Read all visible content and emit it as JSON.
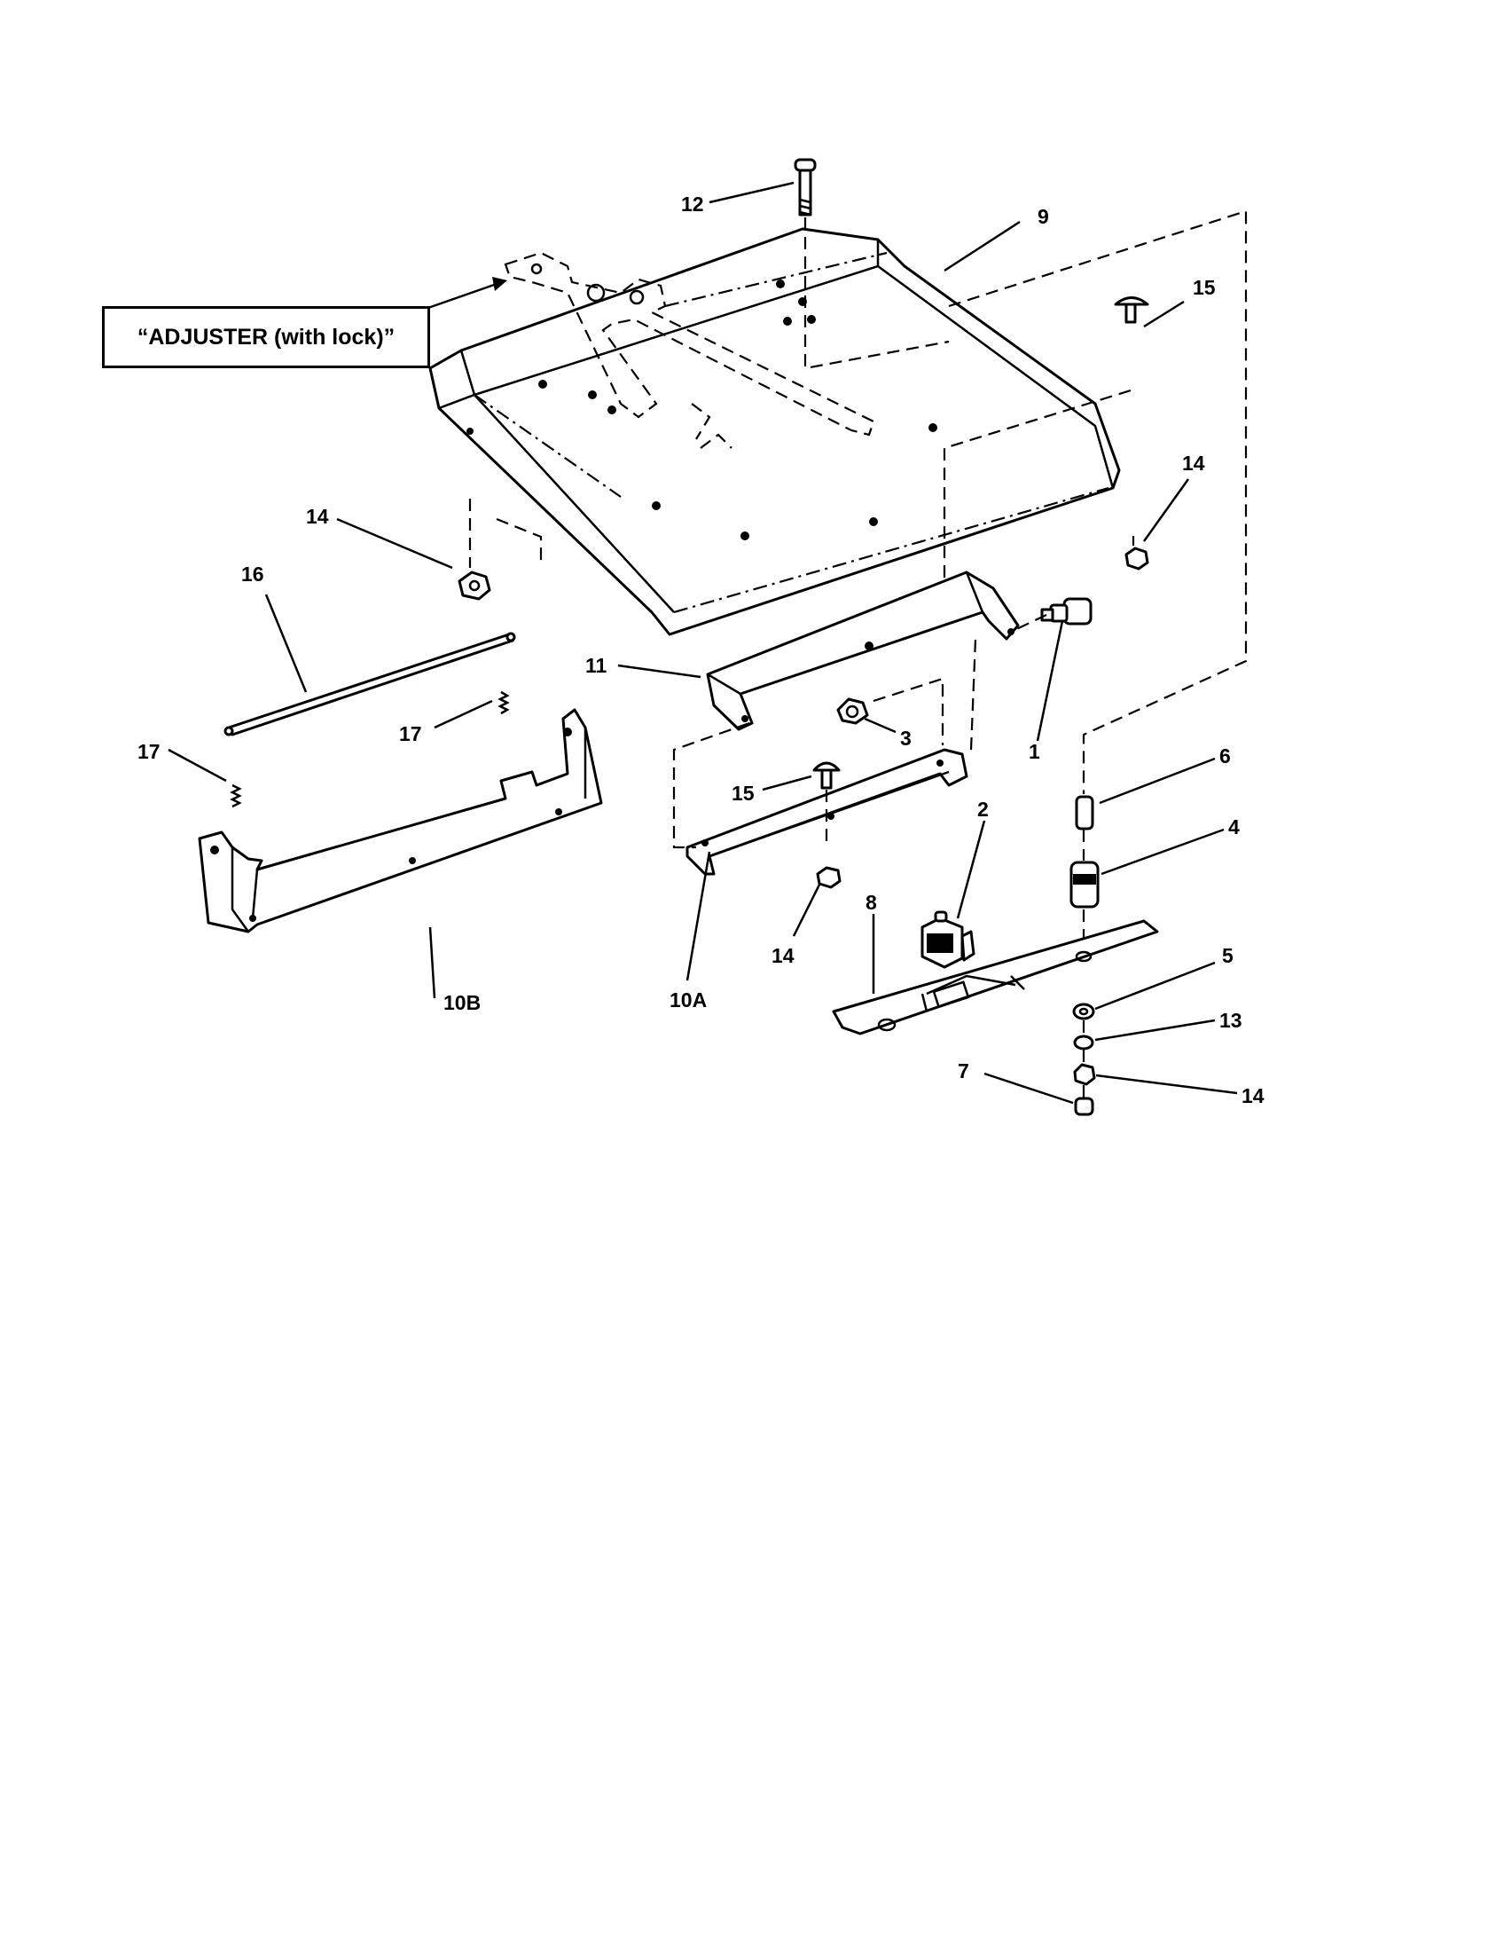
{
  "callout": {
    "text": "“ADJUSTER (with lock)”"
  },
  "labels": {
    "p1": "1",
    "p2": "2",
    "p3": "3",
    "p4": "4",
    "p5": "5",
    "p6": "6",
    "p7": "7",
    "p8": "8",
    "p9": "9",
    "p10a": "10A",
    "p10b": "10B",
    "p11": "11",
    "p12": "12",
    "p13": "13",
    "p14": "14",
    "p15": "15",
    "p16": "16",
    "p17": "17"
  }
}
